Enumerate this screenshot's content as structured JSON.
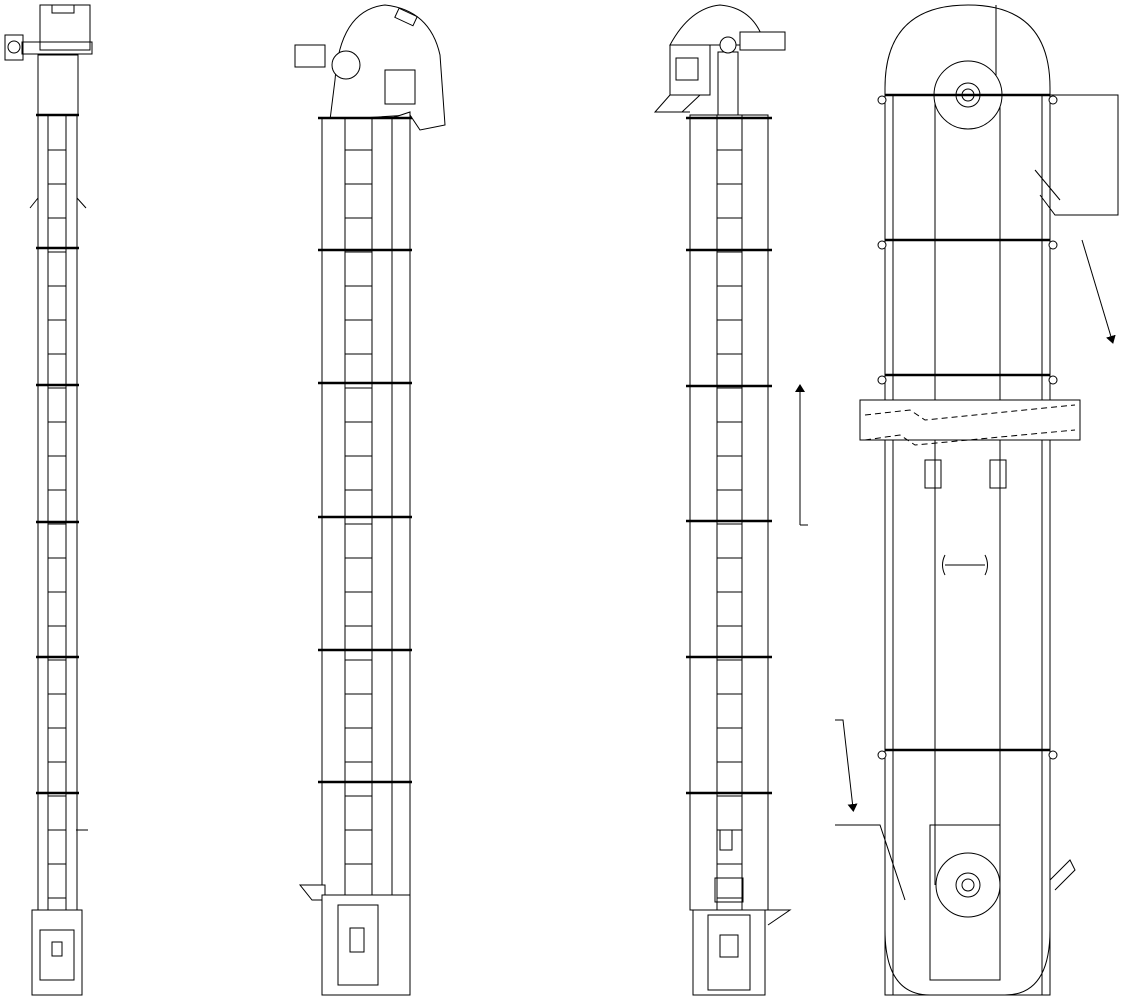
{
  "drawing": {
    "stroke_color": "#000000",
    "background": "#ffffff",
    "views": [
      "side-view",
      "perspective-view",
      "front-view",
      "section-view"
    ]
  }
}
